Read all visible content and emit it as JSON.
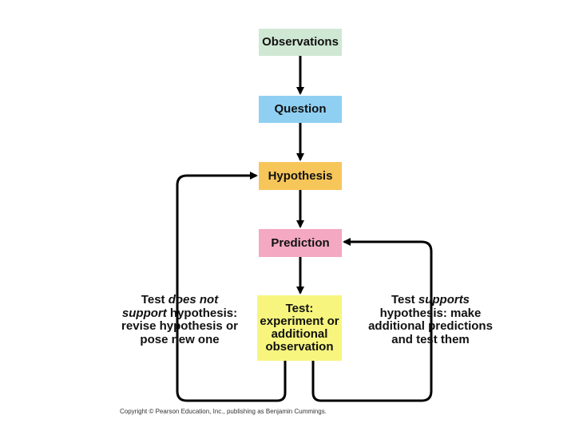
{
  "colors": {
    "observations": "#cfe8d3",
    "question": "#8fd0f2",
    "hypothesis": "#f6c65a",
    "prediction": "#f4a8c2",
    "test": "#f7f57e",
    "arrow": "#000000"
  },
  "steps": {
    "observations": "Observations",
    "question": "Question",
    "hypothesis": "Hypothesis",
    "prediction": "Prediction",
    "test": [
      "Test:",
      "experiment or",
      "additional",
      "observation"
    ]
  },
  "left_note": {
    "line1_a": "Test ",
    "line1_b": "does not",
    "line2_a": "support",
    "line2_b": " hypothesis:",
    "line3": "revise hypothesis or",
    "line4": "pose new one"
  },
  "right_note": {
    "line1_a": "Test ",
    "line1_b": "supports",
    "line2": "hypothesis: make",
    "line3": "additional predictions",
    "line4": "and test them"
  },
  "copyright": "Copyright © Pearson Education, Inc., publishing as Benjamin Cummings."
}
